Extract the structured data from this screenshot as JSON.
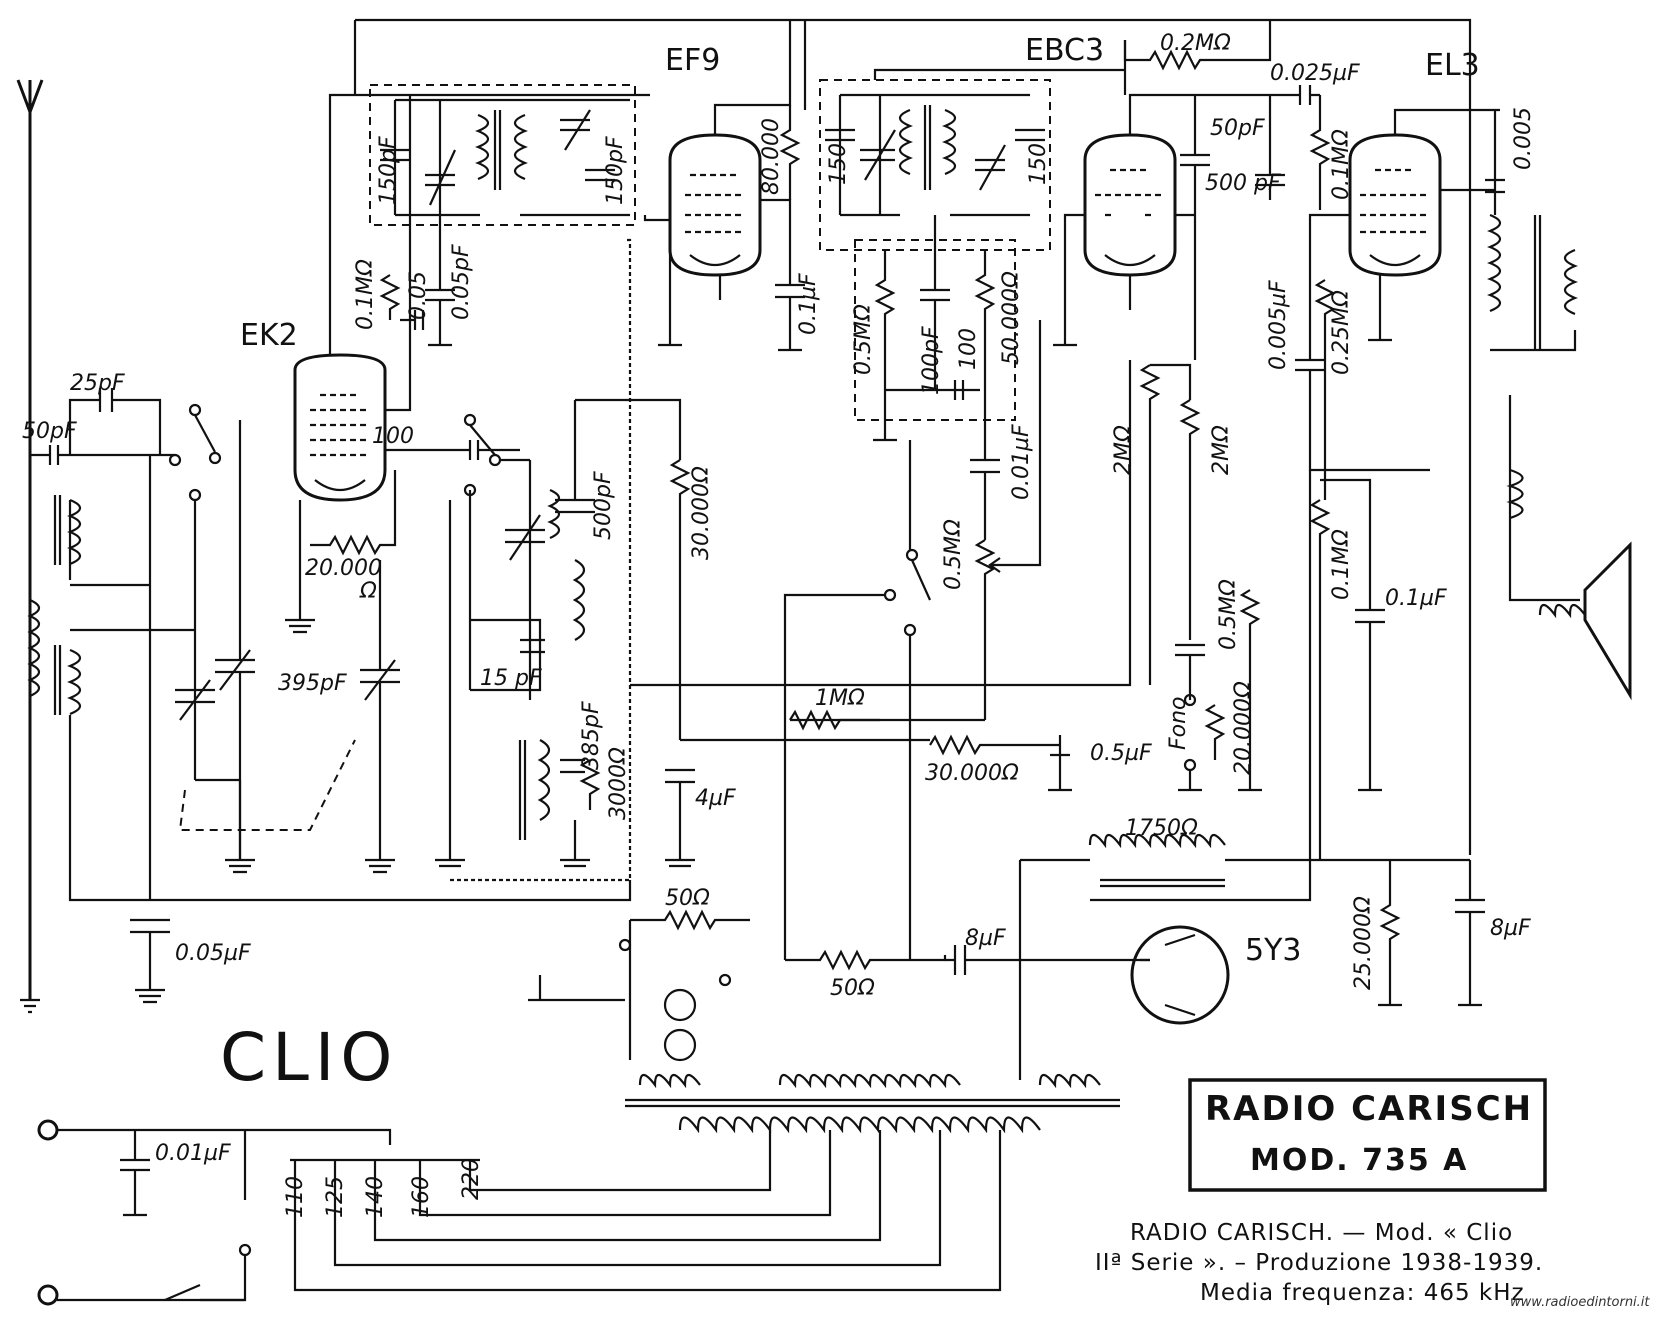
{
  "tubes": {
    "ek2": "EK2",
    "ef9": "EF9",
    "ebc3": "EBC3",
    "el3": "EL3",
    "rect": "5Y3"
  },
  "components": {
    "c_25pf": "25pF",
    "c_50pf": "50pF",
    "c_150pf_a": "150pF",
    "c_150pf_b": "150pF",
    "r_0_1m_ek2": "0.1MΩ",
    "c_0_05": "0.05",
    "c_0_05pf": "0.05pF",
    "c_100": "100",
    "r_20000_a": "20.000",
    "r_20000_unit": "Ω",
    "c_395pf": "395pF",
    "c_500pf": "500pF",
    "c_15pf": "15 pF",
    "c_385pf": "385pF",
    "r_3000": "3000Ω",
    "r_30000_v": "30.000Ω",
    "r_80000": "80.000",
    "c_0_1uf_ef9": "0.1µF",
    "c_150_l": "150",
    "c_150_r": "150",
    "r_0_5m_a": "0.5MΩ",
    "c_100pf": "100pF",
    "r_50000": "50.000Ω",
    "c_0_01uf": "0.01µF",
    "r_0_5m_vol": "0.5MΩ",
    "r_0_2m": "0.2MΩ",
    "c_0_025uf": "0.025µF",
    "c_50pf_ebc": "50pF",
    "c_500pf_ebc": "500 pF",
    "r_0_1m_el3": "0.1MΩ",
    "c_0_005uf": "0.005µF",
    "r_0_25m": "0.25MΩ",
    "c_0_005": "0.005",
    "r_2m_a": "2MΩ",
    "r_2m_b": "2MΩ",
    "r_0_5m_tone": "0.5MΩ",
    "fono": "Fono",
    "r_20000_b": "20.000Ω",
    "r_0_1m_b": "0.1MΩ",
    "c_0_1uf_b": "0.1µF",
    "r_1m": "1MΩ",
    "r_30000_h": "30.000Ω",
    "c_0_5uf": "0.5µF",
    "c_4uf": "4µF",
    "l_1750": "1750Ω",
    "r_25000": "25.000Ω",
    "c_8uf_a": "8µF",
    "c_8uf_b": "8µF",
    "r_50_a": "50Ω",
    "r_50_b": "50Ω",
    "c_0_05uf_ant": "0.05µF",
    "c_0_01uf_mains": "0.01µF",
    "tap_110": "110",
    "tap_125": "125",
    "tap_140": "140",
    "tap_160": "160",
    "tap_220": "220"
  },
  "model_name": "CLIO",
  "plate": {
    "line1": "RADIO CARISCH",
    "line2": "MOD. 735 A"
  },
  "caption": {
    "line1": "RADIO CARISCH. — Mod. « Clio",
    "line2": "IIª Serie ». – Produzione 1938-1939.",
    "line3": "Media frequenza: 465 kHz"
  },
  "watermark": "www.radioedintorni.it"
}
